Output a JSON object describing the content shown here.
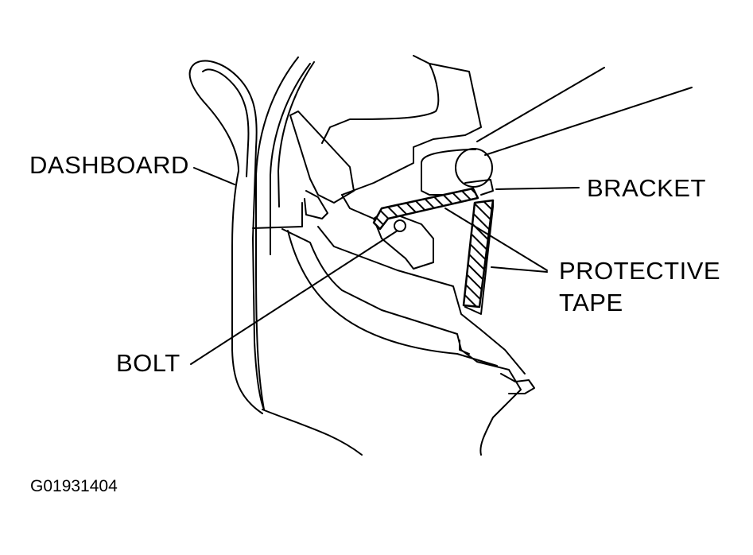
{
  "labels": {
    "dashboard": "DASHBOARD",
    "bracket": "BRACKET",
    "protective_tape_line1": "PROTECTIVE",
    "protective_tape_line2": "TAPE",
    "bolt": "BOLT"
  },
  "figure_code": "G01931404",
  "colors": {
    "ink": "#000000",
    "background": "#ffffff"
  }
}
